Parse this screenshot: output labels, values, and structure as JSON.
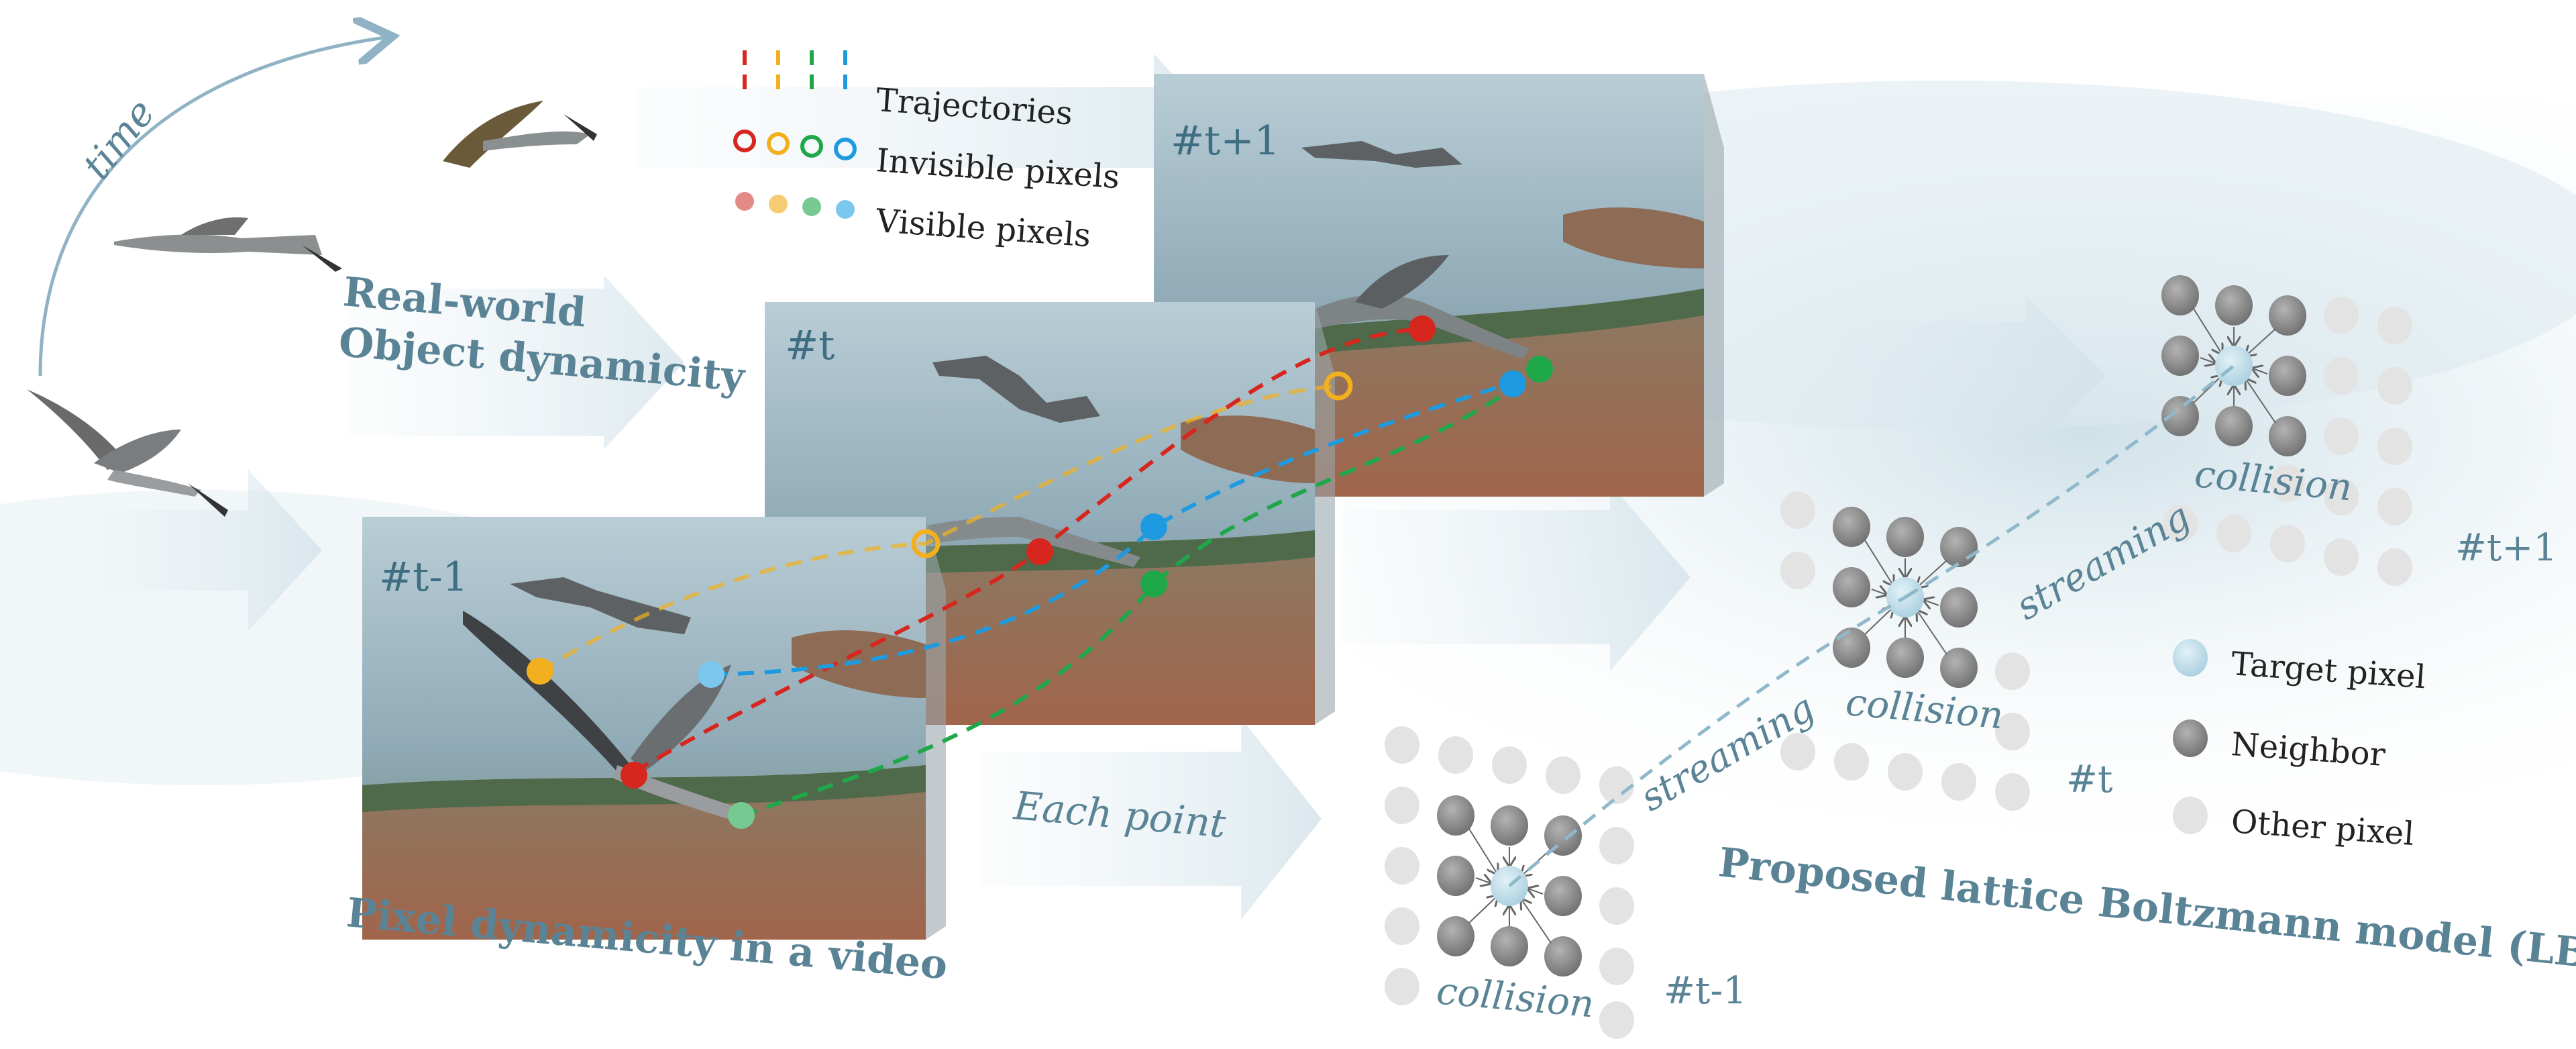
{
  "time_label": "time",
  "real_world_label": [
    "Real-world",
    "Object dynamicity"
  ],
  "pixel_dynamicity_label": "Pixel dynamicity in a video",
  "each_point_label": "Each point",
  "lbm_title": "Proposed lattice Boltzmann model (LBM)",
  "legend_top": {
    "trajectories": "Trajectories",
    "invisible": "Invisible pixels",
    "visible": "Visible pixels"
  },
  "legend_right": {
    "target": "Target pixel",
    "neighbor": "Neighbor",
    "other": "Other pixel"
  },
  "frames": {
    "prev": "#t-1",
    "cur": "#t",
    "next": "#t+1"
  },
  "lattice_labels": {
    "collision": "collision",
    "streaming": "streaming",
    "t_prev": "#t-1",
    "t_cur": "#t",
    "t_next": "#t+1"
  },
  "colors": {
    "red": "#d7261e",
    "yellow": "#f2b01e",
    "green": "#1ea84a",
    "blue": "#1e9be0",
    "title_text": "#5a8496",
    "target": "#b9d8e6",
    "neighbor": "#8c8c8c",
    "other": "#e3e3e3"
  }
}
